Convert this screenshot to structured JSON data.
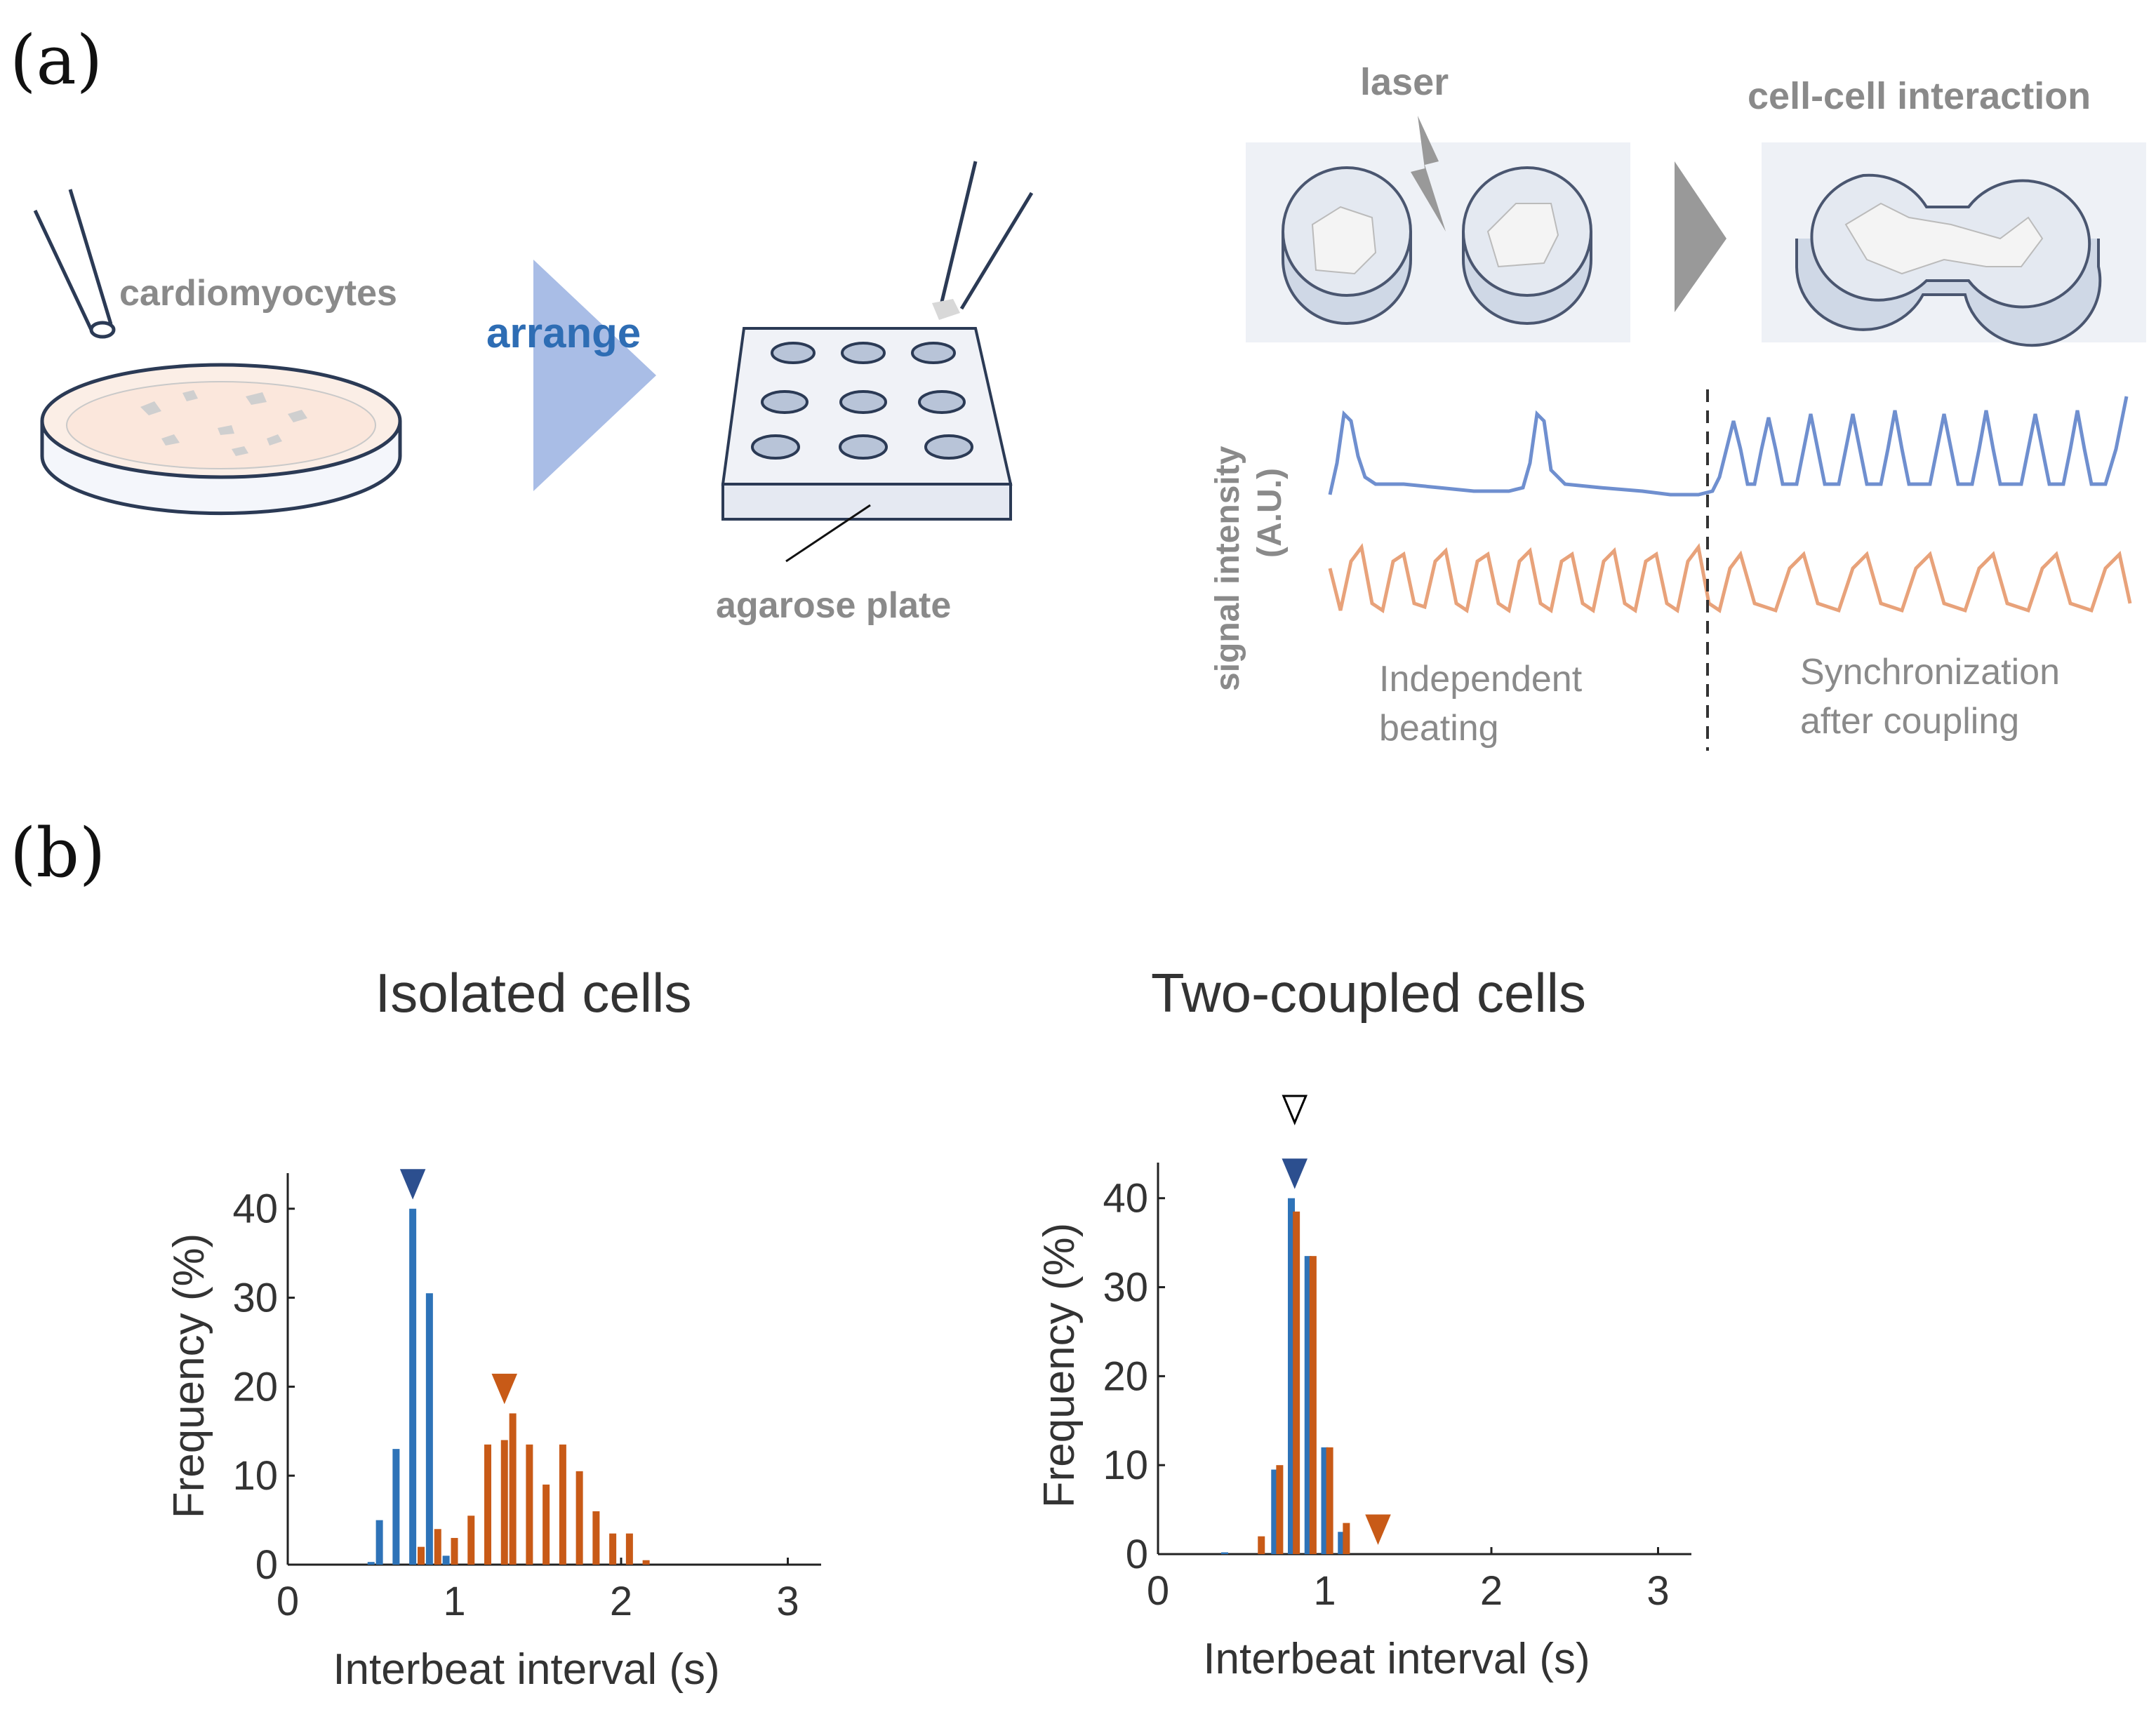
{
  "panel_a": {
    "label": "(a)",
    "cardiomyocytes": "cardiomyocytes",
    "arrange": "arrange",
    "agarose_plate": "agarose plate",
    "laser": "laser",
    "cell_cell": "cell-cell interaction",
    "ylabel_line1": "signal intensity",
    "ylabel_line2": "(A.U.)",
    "independent_1": "Independent",
    "independent_2": "beating",
    "sync_1": "Synchronization",
    "sync_2": "after coupling",
    "colors": {
      "blue_trace": "#6f8fcf",
      "orange_trace": "#e8a27a",
      "arrange": "#2e6db4",
      "gray_text": "#8a8a8a"
    }
  },
  "panel_b": {
    "label": "(b)"
  },
  "chart_data": [
    {
      "type": "bar",
      "title": "Isolated cells",
      "xlabel": "Interbeat interval (s)",
      "ylabel": "Frequency (%)",
      "xlim": [
        0,
        3.2
      ],
      "ylim": [
        0,
        44
      ],
      "xticks": [
        "0",
        "1",
        "2",
        "3"
      ],
      "yticks": [
        "0",
        "10",
        "20",
        "30",
        "40"
      ],
      "series": [
        {
          "color": "#2e73b8",
          "x": [
            0.5,
            0.55,
            0.65,
            0.75,
            0.85,
            0.95
          ],
          "values": [
            0.3,
            5,
            13,
            40,
            30.5,
            1
          ]
        },
        {
          "color": "#c85a17",
          "x": [
            0.8,
            0.9,
            1.0,
            1.1,
            1.2,
            1.3,
            1.35,
            1.45,
            1.55,
            1.65,
            1.75,
            1.85,
            1.95,
            2.05,
            2.15
          ],
          "values": [
            2,
            4,
            3,
            5.5,
            13.5,
            14,
            17,
            13.5,
            9,
            13.5,
            10.5,
            6,
            3.5,
            3.5,
            0.5
          ]
        }
      ],
      "markers": [
        {
          "x": 0.75,
          "color": "#2c4f8f",
          "fill": "solid"
        },
        {
          "x": 1.3,
          "color": "#c85a17",
          "fill": "solid"
        }
      ]
    },
    {
      "type": "bar",
      "title": "Two-coupled cells",
      "xlabel": "Interbeat interval (s)",
      "ylabel": "Frequency (%)",
      "xlim": [
        0,
        3.2
      ],
      "ylim": [
        0,
        44
      ],
      "xticks": [
        "0",
        "1",
        "2",
        "3"
      ],
      "yticks": [
        "0",
        "10",
        "20",
        "30",
        "40"
      ],
      "series": [
        {
          "color": "#2e73b8",
          "x": [
            0.4,
            0.7,
            0.8,
            0.9,
            1.0,
            1.1
          ],
          "values": [
            0.2,
            9.5,
            40,
            33.5,
            12,
            2.5
          ]
        },
        {
          "color": "#c85a17",
          "x": [
            0.62,
            0.73,
            0.83,
            0.93,
            1.03,
            1.13
          ],
          "values": [
            2,
            10,
            38.5,
            33.5,
            12,
            3.5
          ]
        }
      ],
      "markers": [
        {
          "x": 0.82,
          "color": "#000000",
          "fill": "open"
        },
        {
          "x": 0.82,
          "color": "#2c4f8f",
          "fill": "solid"
        },
        {
          "x": 1.32,
          "color": "#c85a17",
          "fill": "solid"
        }
      ]
    }
  ]
}
